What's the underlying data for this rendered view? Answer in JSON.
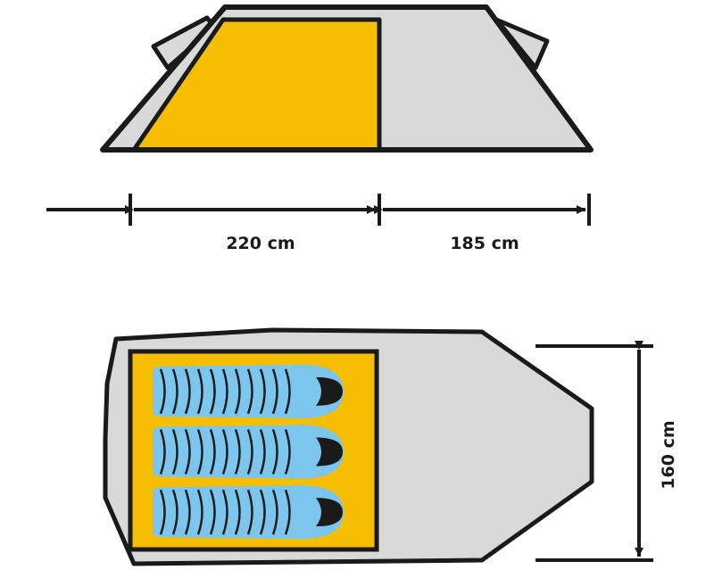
{
  "dimensions": {
    "inner_length": "220 cm",
    "vestibule_length": "185 cm",
    "width": "160 cm"
  },
  "sleeping_bag_count": 3,
  "colors": {
    "outline": "#1a1a1a",
    "fly": "#d9d9d9",
    "inner_tent": "#f6be00",
    "sleeping_bag": "#7cc6ee",
    "sleeping_bag_ribs": "#1a1a1a",
    "background": "#ffffff"
  }
}
